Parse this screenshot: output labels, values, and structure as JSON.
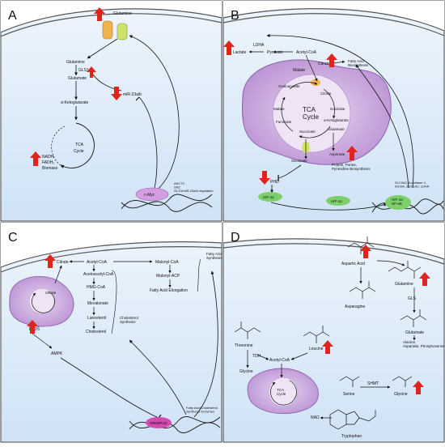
{
  "panels": {
    "A": {
      "label": "A",
      "glutamine_top": "Glutamine",
      "glutamine": "Glutamine",
      "gls1": "GLS1",
      "glutamate": "Glutamate",
      "akg": "α-Ketoglutarate",
      "mir": "miR-23a/b",
      "tca": "TCA",
      "cycle": "Cycle",
      "nadh": "NADH",
      "fadh": "FADH₂",
      "biomass": "Biomass",
      "myc": "c-Myc",
      "gene_text": "ASCT2\nSN2\nGLS1/miR-23a/b regulation"
    },
    "B": {
      "label": "B",
      "ldha": "LDHA",
      "lactate": "Lactate",
      "pyruvate": "Pyruvate",
      "acetylcoa": "Acetyl-CoA",
      "citrate_out": "Citrate",
      "fa_bio": "Fatty Acid\nBiosynthesis",
      "malate_top": "Malate",
      "oaa": "Oxaloacetate",
      "citrate_in": "Citrate",
      "tca": "TCA\nCycle",
      "malate": "Malate",
      "isocitrate": "Isocitrate",
      "akg": "α-Ketoglutarate",
      "fumarate": "Fumarate",
      "succinate_in": "Succinate",
      "glutamate": "Glutamate",
      "aspartate": "Aspartate",
      "protein": "Protein, Purine,\nPyrimidine Biosynthesis",
      "succinate": "Succinate",
      "phd": "PHD",
      "hif1": "HIF-1α",
      "hif1b": "HIF-1α",
      "hif_nf": "HIF-1α\nNF-κB",
      "genes": "SLC3A2, Aconitase 2,\nIDH3A, SUCLA2, LDHA"
    },
    "C": {
      "label": "C",
      "citrate_out": "Citrate",
      "acetylcoa": "Acetyl-CoA",
      "malonylcoa": "Malonyl-CoA",
      "acetoacetyl": "Acetoacetyl-CoA",
      "malonylacp": "Malonyl-ACP",
      "hmg": "HMG-CoA",
      "fa_elong": "Fatty Acid Elongation",
      "fa_synth": "Fatty Acid\nSynthesis",
      "mevalonate": "Mevalonate",
      "chol_synth": "Cholesterol\nSynthesis",
      "lanosterol": "Lanosterol",
      "cholesterol": "Cholesterol",
      "citrate_in": "Citrate",
      "ros": "ROS",
      "ampk": "AMPK",
      "srebp": "SREBP1/2",
      "genes": "Fatty Acid/Cholesterol\nSynthesis Enzymes"
    },
    "D": {
      "label": "D",
      "aspartic": "Aspartic Acid",
      "asparagine": "Asparagine",
      "glutamine": "Glutamine",
      "gls": "GLS",
      "glutamate": "Glutamate",
      "products": "Alanine,\nAspartate, Phosphoserine",
      "threonine": "Threonine",
      "leucine": "Leucine",
      "tdh": "TDH",
      "glycine_l": "Glycine",
      "acetylcoa": "Acetyl-CoA",
      "tca": "TCA\nCycle",
      "serine": "Serine",
      "shmt": "SHMT",
      "glycine_r": "Glycine",
      "nad": "NAD",
      "tryptophan": "Tryptophan"
    }
  },
  "colors": {
    "cell_fill": "#dcecfa",
    "mito_fill": "#c6a8dc",
    "up_arrow": "#e0241b",
    "hif_green": "#7ccf6a",
    "myc_purple": "#d59ee0",
    "channel_orange": "#f0b24c",
    "channel_green": "#cfe36a"
  }
}
